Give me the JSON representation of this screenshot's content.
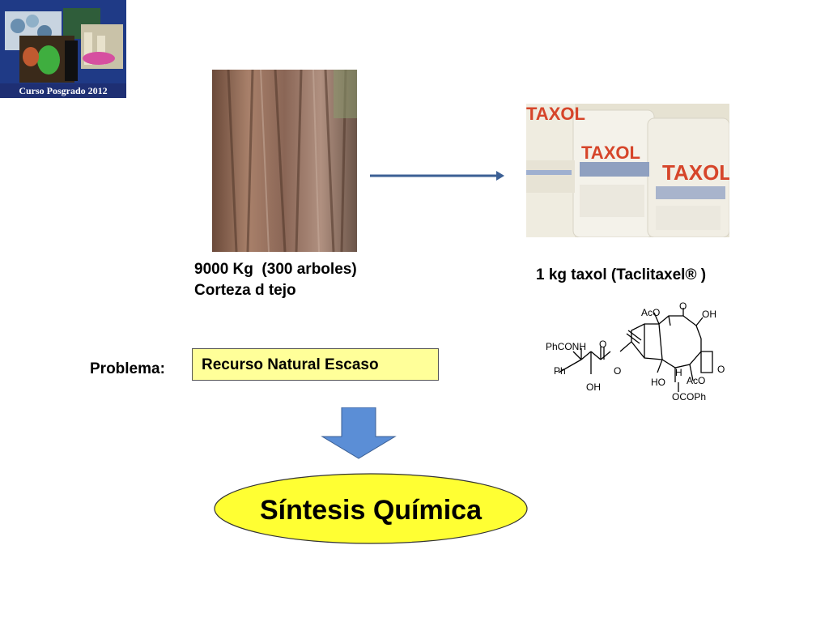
{
  "logo": {
    "caption": "Curso Posgrado 2012",
    "colors": {
      "background": "#1f3a86",
      "caption_band": "#1e2f73"
    }
  },
  "bark": {
    "caption_line1": "9000 Kg  (300 arboles)",
    "caption_line2": "Corteza d tejo"
  },
  "taxol": {
    "vial_label": "TAXOL",
    "caption": "1 kg taxol (Taclitaxel® )"
  },
  "molecule": {
    "groups": {
      "aco_top": "AcO",
      "o_top": "O",
      "oh_top": "OH",
      "phconh": "PhCONH",
      "o_amide": "O",
      "ph": "Ph",
      "o_ester": "O",
      "oh_bottom": "OH",
      "ho": "HO",
      "h": "H",
      "aco_bottom": "AcO",
      "o_ring": "O",
      "ocoph": "OCOPh"
    }
  },
  "problem": {
    "label": "Problema:",
    "box_text": "Recurso Natural Escaso",
    "box_color": "#ffff99"
  },
  "synthesis": {
    "label": "Síntesis Química",
    "ellipse_color": "#ffff33"
  },
  "colors": {
    "arrow_right": "#3b5f94",
    "arrow_down": "#5b8ed6"
  }
}
